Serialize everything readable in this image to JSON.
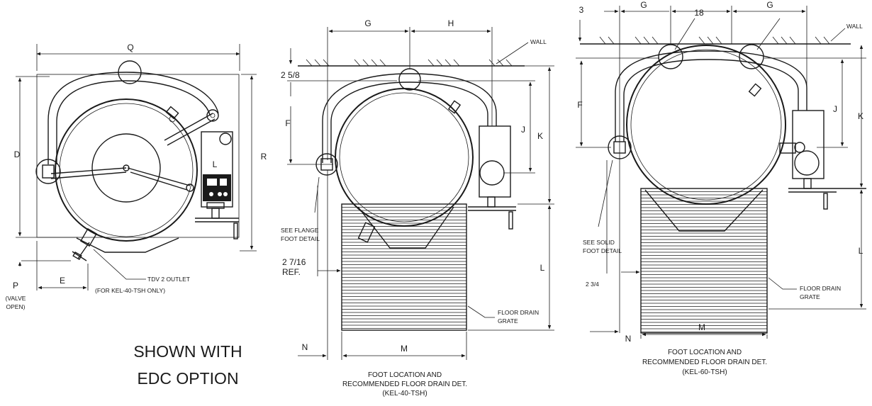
{
  "left_view": {
    "dims": {
      "Q": "Q",
      "D": "D",
      "R": "R",
      "E": "E",
      "P": "P",
      "L": "L"
    },
    "p_note_1": "(VALVE",
    "p_note_2": "OPEN)",
    "outlet_label": "TDV 2 OUTLET",
    "outlet_sub": "(FOR KEL-40-TSH ONLY)",
    "shown_with_1": "SHOWN WITH",
    "shown_with_2": "EDC OPTION"
  },
  "mid_view": {
    "dims": {
      "G": "G",
      "H": "H",
      "F": "F",
      "J": "J",
      "K": "K",
      "L": "L",
      "M": "M",
      "N": "N"
    },
    "top_dim": "2 5/8",
    "ref_dim_1": "2 7/16",
    "ref_dim_2": "REF.",
    "wall": "WALL",
    "flange_1": "SEE FLANGE",
    "flange_2": "FOOT DETAIL",
    "grate_1": "FLOOR DRAIN",
    "grate_2": "GRATE",
    "caption_1": "FOOT LOCATION AND",
    "caption_2": "RECOMMENDED FLOOR DRAIN DET.",
    "caption_3": "(KEL-40-TSH)"
  },
  "right_view": {
    "dims": {
      "d3": "3",
      "G1": "G",
      "d18": "18",
      "G2": "G",
      "F": "F",
      "J": "J",
      "K": "K",
      "L": "L",
      "M": "M",
      "N": "N"
    },
    "side_dim": "2 3/4",
    "wall": "WALL",
    "solid_1": "SEE SOLID",
    "solid_2": "FOOT DETAIL",
    "grate_1": "FLOOR DRAIN",
    "grate_2": "GRATE",
    "caption_1": "FOOT LOCATION AND",
    "caption_2": "RECOMMENDED FLOOR DRAIN DET.",
    "caption_3": "(KEL-60-TSH)"
  }
}
